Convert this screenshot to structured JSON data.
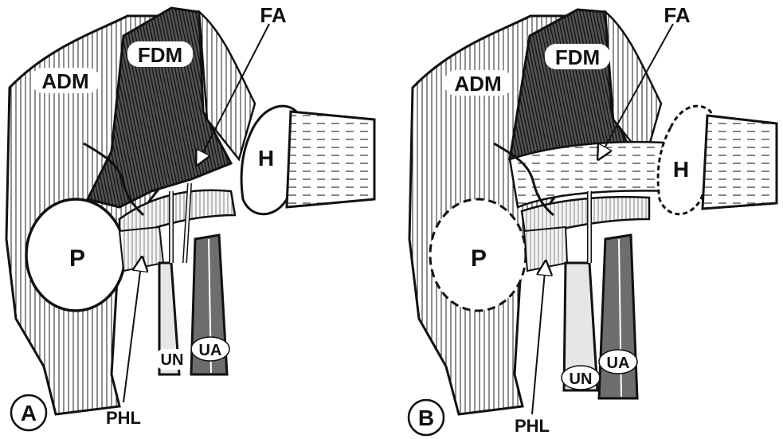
{
  "panels": [
    {
      "id": "A",
      "letter": "A",
      "labels": {
        "adm": "ADM",
        "fdm": "FDM",
        "fa": "FA",
        "h": "H",
        "p": "P",
        "phl": "PHL",
        "un": "UN",
        "ua": "UA"
      }
    },
    {
      "id": "B",
      "letter": "B",
      "labels": {
        "adm": "ADM",
        "fdm": "FDM",
        "fa": "FA",
        "h": "H",
        "p": "P",
        "phl": "PHL",
        "un": "UN",
        "ua": "UA"
      }
    }
  ],
  "colors": {
    "ink": "#111111",
    "muscle_dark": "#3a3a3a",
    "muscle_light": "#d9d9d9",
    "artery": "#6d6d6d",
    "nerve": "#e6e6e6",
    "background": "#ffffff"
  }
}
